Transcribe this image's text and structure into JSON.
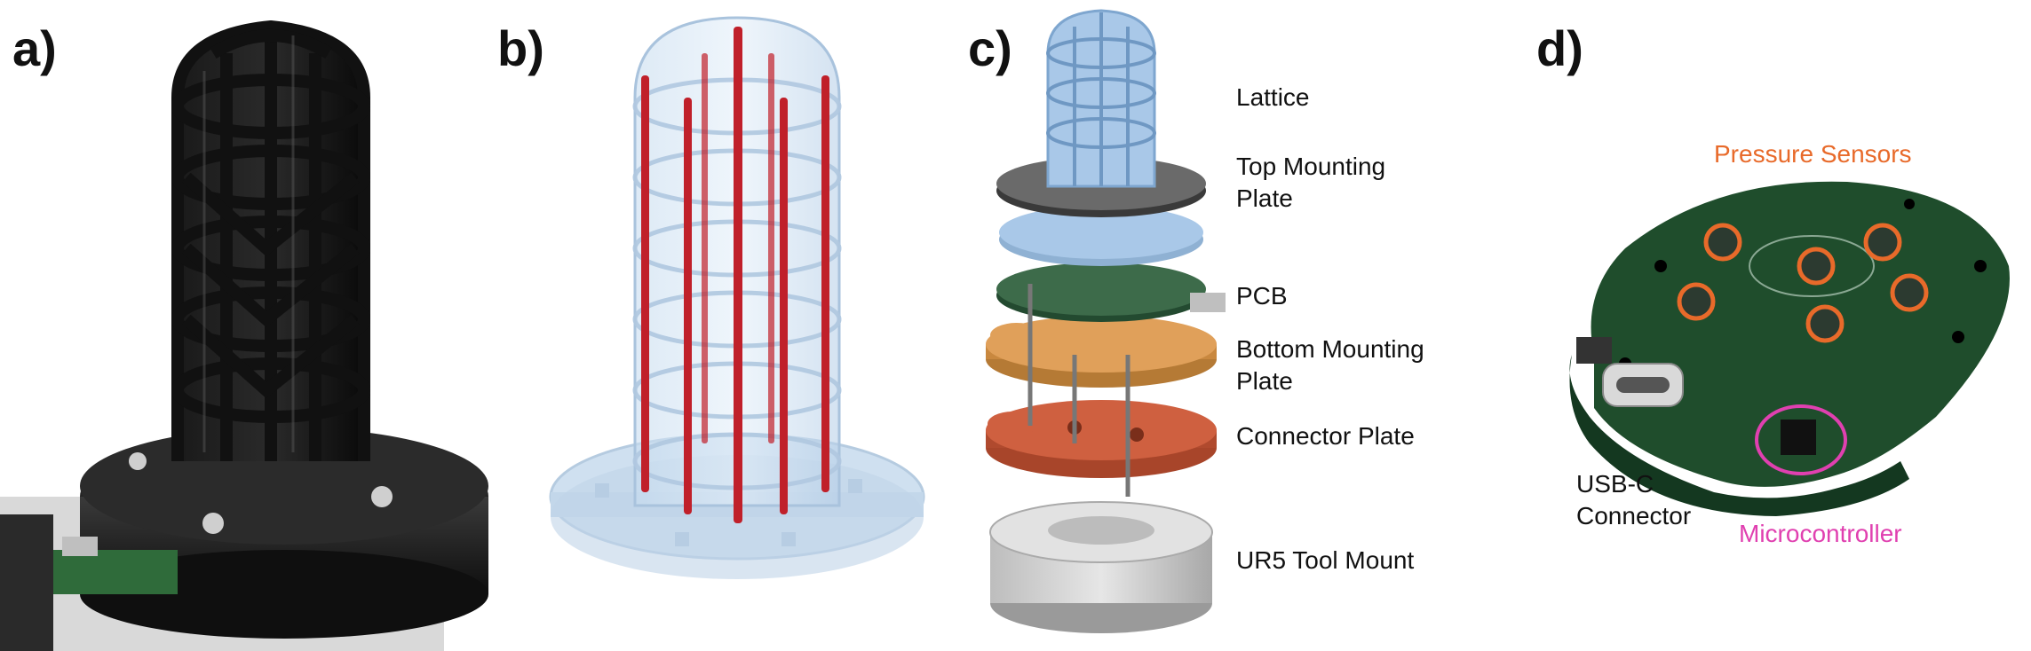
{
  "panels": {
    "a": {
      "label": "a)"
    },
    "b": {
      "label": "b)"
    },
    "c": {
      "label": "c)",
      "components": [
        {
          "text": "Lattice",
          "color": "#a9c8e8"
        },
        {
          "text": "Top Mounting\nPlate",
          "color": "#555555"
        },
        {
          "text": "PCB",
          "color": "#2f5b3f"
        },
        {
          "text": "Bottom Mounting\nPlate",
          "color": "#d99a4a"
        },
        {
          "text": "Connector Plate",
          "color": "#c85a3a"
        },
        {
          "text": "UR5 Tool Mount",
          "color": "#c9c9c9"
        }
      ]
    },
    "d": {
      "label": "d)",
      "annotations": {
        "pressure_sensors": {
          "text": "Pressure Sensors",
          "color": "#e86a2a"
        },
        "usb": {
          "text": "USB-C\nConnector",
          "color": "#111111"
        },
        "microcontroller": {
          "text": "Microcontroller",
          "color": "#e040b0"
        }
      }
    }
  }
}
